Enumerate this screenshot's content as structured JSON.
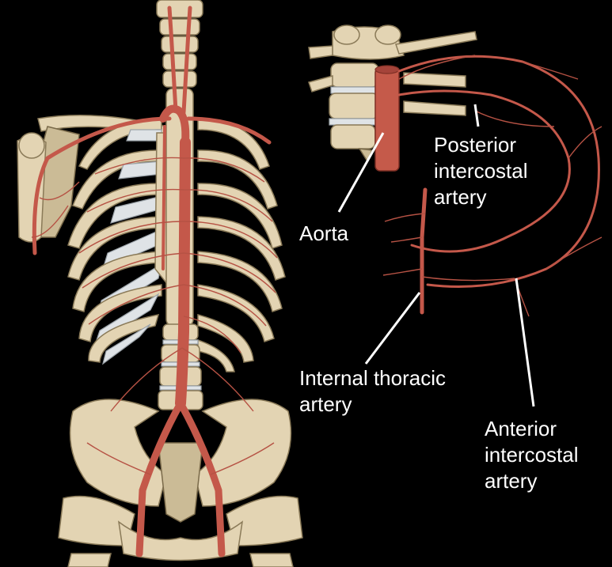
{
  "labels": {
    "posterior": [
      "Posterior",
      "intercostal",
      "artery"
    ],
    "aorta": "Aorta",
    "internal": [
      "Internal thoracic",
      "artery"
    ],
    "anterior": [
      "Anterior",
      "intercostal",
      "artery"
    ]
  },
  "colors": {
    "background": "#000000",
    "bone": "#e3d4b3",
    "cartilage": "#dfe3e6",
    "artery": "#c4584a",
    "text": "#ffffff"
  }
}
